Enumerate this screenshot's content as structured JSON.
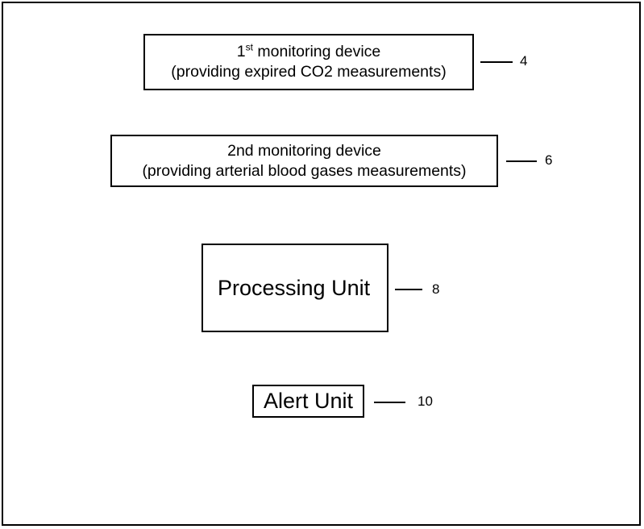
{
  "figure": {
    "type": "block-diagram",
    "frame_color": "#000000",
    "background_color": "#ffffff",
    "line_color": "#000000",
    "blocks": [
      {
        "id": "first-device",
        "line1_prefix": "1",
        "line1_ordinal_suffix": "st",
        "line1_rest": " monitoring device",
        "line2": "(providing expired CO2 measurements)",
        "reference_numeral": "4"
      },
      {
        "id": "second-device",
        "line1": "2nd monitoring device",
        "line2": "(providing arterial blood gases measurements)",
        "reference_numeral": "6"
      },
      {
        "id": "processing-unit",
        "label": "Processing Unit",
        "reference_numeral": "8"
      },
      {
        "id": "alert-unit",
        "label": "Alert Unit",
        "reference_numeral": "10"
      }
    ]
  }
}
